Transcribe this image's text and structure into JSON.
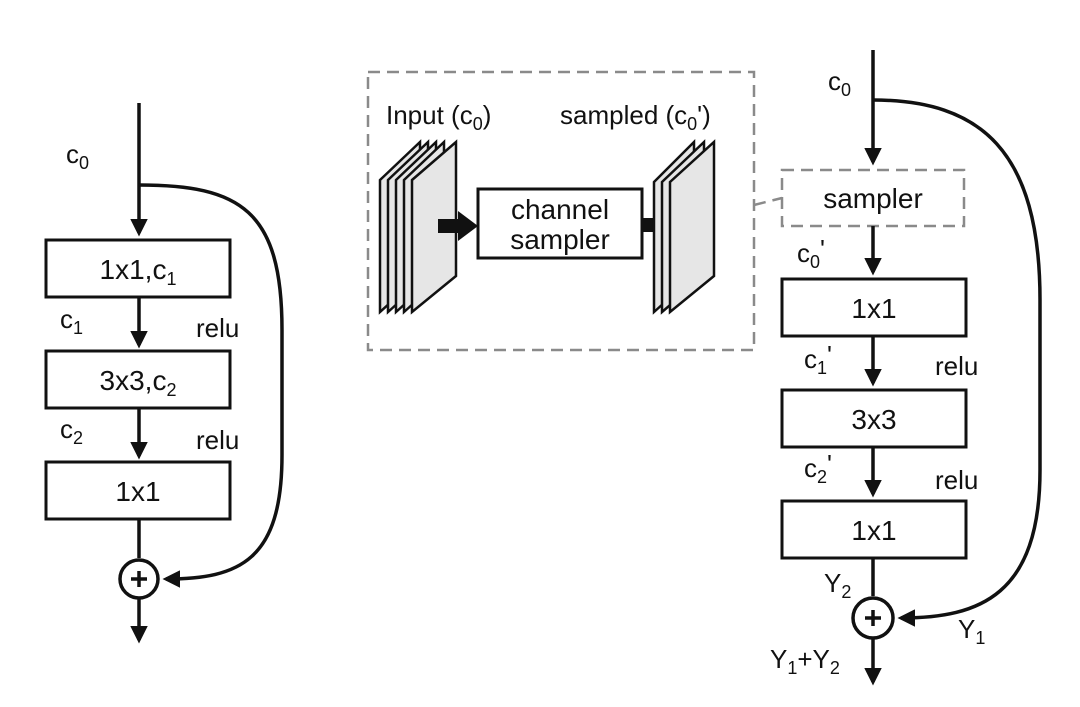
{
  "left_block": {
    "input_label": "c",
    "input_sub": "0",
    "box1": "1x1,c",
    "box1_sub": "1",
    "c1_label": "c",
    "c1_sub": "1",
    "relu1": "relu",
    "box2": "3x3,c",
    "box2_sub": "2",
    "c2_label": "c",
    "c2_sub": "2",
    "relu2": "relu",
    "box3": "1x1"
  },
  "inset": {
    "input_text": "Input (c",
    "input_sub": "0",
    "input_close": ")",
    "sampled_text": "sampled (c",
    "sampled_sub": "0",
    "sampled_close": "')",
    "sampler_line1": "channel",
    "sampler_line2": "sampler"
  },
  "right_block": {
    "input_label": "c",
    "input_sub": "0",
    "sampler": "sampler",
    "c0p_label": "c",
    "c0p_sub": "0",
    "c0p_prime": "'",
    "box1": "1x1",
    "c1p_label": "c",
    "c1p_sub": "1",
    "c1p_prime": "'",
    "relu1": "relu",
    "box2": "3x3",
    "c2p_label": "c",
    "c2p_sub": "2",
    "c2p_prime": "'",
    "relu2": "relu",
    "box3": "1x1",
    "y2_label": "Y",
    "y2_sub": "2",
    "y1_label": "Y",
    "y1_sub": "1",
    "out_a": "Y",
    "out_a_sub": "1",
    "out_plus": "+",
    "out_b": "Y",
    "out_b_sub": "2"
  }
}
